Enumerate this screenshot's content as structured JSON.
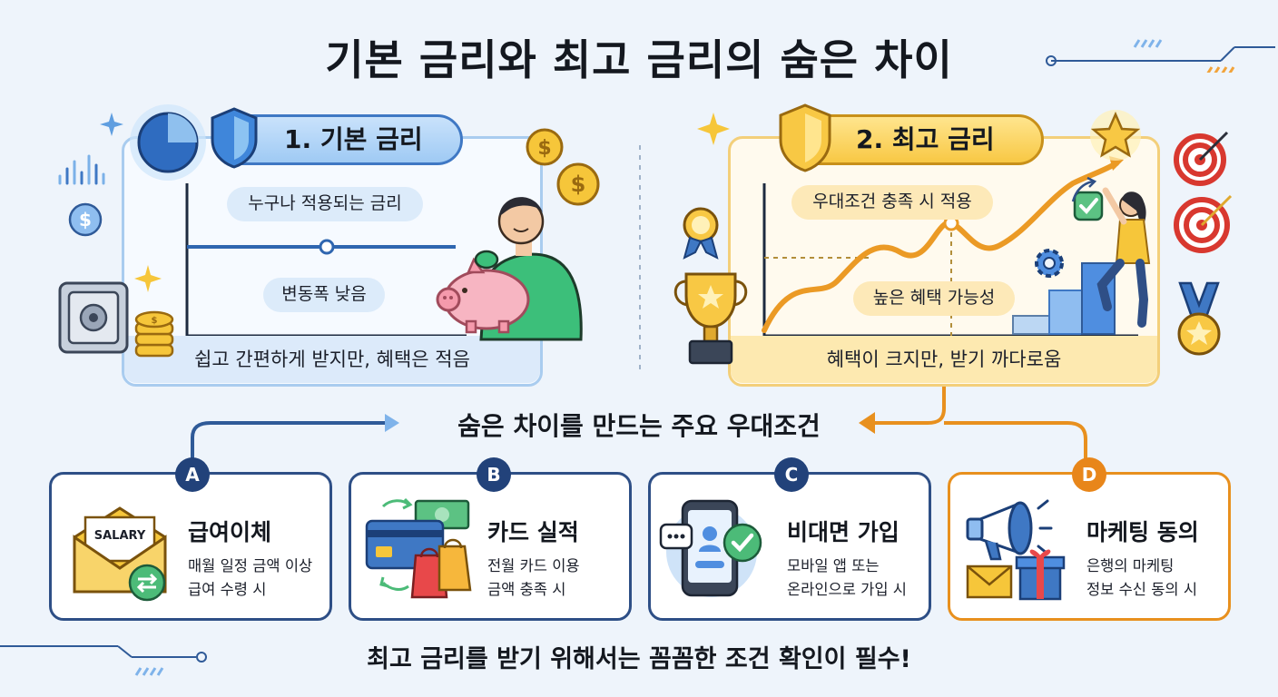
{
  "title": "기본 금리와 최고 금리의 숨은 차이",
  "basic": {
    "header": "1. 기본 금리",
    "label_top": "누구나 적용되는 금리",
    "label_bottom": "변동폭 낮음",
    "summary": "쉽고 간편하게 받지만, 혜택은 적음"
  },
  "max": {
    "header": "2. 최고 금리",
    "label_top": "우대조건 충족 시 적용",
    "label_bottom": "높은 혜택 가능성",
    "summary": "혜택이 크지만, 받기 까다로움"
  },
  "subtitle": "숨은 차이를 만드는 주요 우대조건",
  "conditions": [
    {
      "badge": "A",
      "title": "급여이체",
      "desc": "매월 일정 금액 이상\n급여 수령 시",
      "badge_color": "#22427a"
    },
    {
      "badge": "B",
      "title": "카드 실적",
      "desc": "전월 카드 이용\n금액 충족 시",
      "badge_color": "#22427a"
    },
    {
      "badge": "C",
      "title": "비대면 가입",
      "desc": "모바일 앱 또는\n온라인으로 가입 시",
      "badge_color": "#22427a"
    },
    {
      "badge": "D",
      "title": "마케팅 동의",
      "desc": "은행의 마케팅\n정보 수신 동의 시",
      "badge_color": "#e8861a"
    }
  ],
  "envelope_text": "SALARY",
  "footer": "최고 금리를 받기 위해서는 꼼꼼한 조건 확인이 필수!",
  "colors": {
    "blue_accent": "#3f78c4",
    "gold_accent": "#f5b524",
    "orange_accent": "#e8901e",
    "navy": "#22427a"
  },
  "icons": [
    "pie-chart-icon",
    "shield-icon",
    "safe-icon",
    "coin-stack-icon",
    "dollar-coin-icon",
    "piggy-bank-icon",
    "person-icon",
    "trophy-icon",
    "medal-icon",
    "star-icon",
    "gear-icon",
    "checkmark-icon",
    "target-icon",
    "envelope-icon",
    "exchange-icon",
    "money-icon",
    "credit-card-icon",
    "shopping-bag-icon",
    "smartphone-icon",
    "chat-icon",
    "megaphone-icon",
    "gift-icon",
    "mail-icon"
  ]
}
